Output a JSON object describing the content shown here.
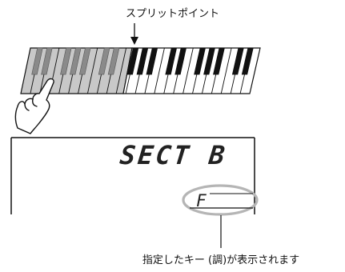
{
  "annotations": {
    "split_point": "スプリットポイント",
    "key_displayed": "指定したキー (調)が表示されます"
  },
  "display": {
    "line1": "SECT  B",
    "key": "F"
  },
  "colors": {
    "left_section_shade": "#c8c8c8",
    "highlight_ring": "#b5b5b5",
    "ink": "#111111"
  },
  "icons": [
    "pointing-hand-icon",
    "down-arrow-icon"
  ]
}
